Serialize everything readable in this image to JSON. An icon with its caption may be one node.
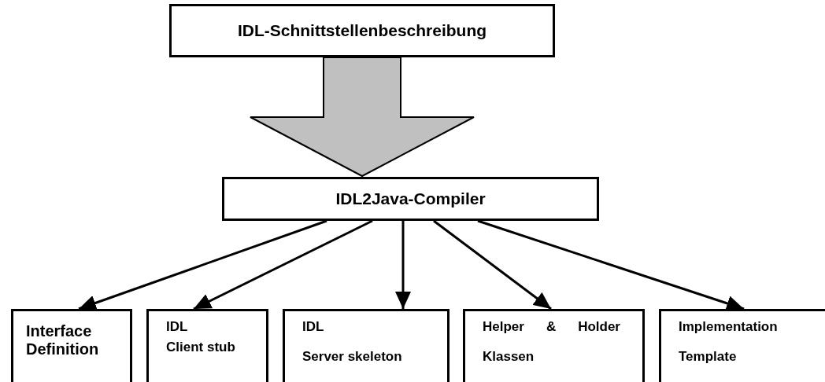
{
  "diagram": {
    "nodes": [
      {
        "text": [
          "IDL-Schnittstellenbeschreibung"
        ]
      },
      {
        "text": [
          "IDL2Java-Compiler"
        ]
      },
      {
        "text": [
          "Interface Definition"
        ]
      },
      {
        "text": [
          "IDL",
          "Client stub"
        ]
      },
      {
        "text": [
          "IDL",
          "Server skeleton"
        ]
      },
      {
        "text": [
          "Helper & Holder",
          "Klassen"
        ]
      },
      {
        "text": [
          "Implementation",
          "Template"
        ]
      }
    ],
    "edges": [
      {
        "from": 0,
        "to": 1,
        "arrow": "to",
        "style": "thick",
        "color": "#c0c0c0"
      },
      {
        "from": 1,
        "to": 2,
        "arrow": "to"
      },
      {
        "from": 1,
        "to": 3,
        "arrow": "to"
      },
      {
        "from": 1,
        "to": 4,
        "arrow": "to"
      },
      {
        "from": 1,
        "to": 5,
        "arrow": "to"
      },
      {
        "from": 1,
        "to": 6,
        "arrow": "to"
      }
    ]
  }
}
